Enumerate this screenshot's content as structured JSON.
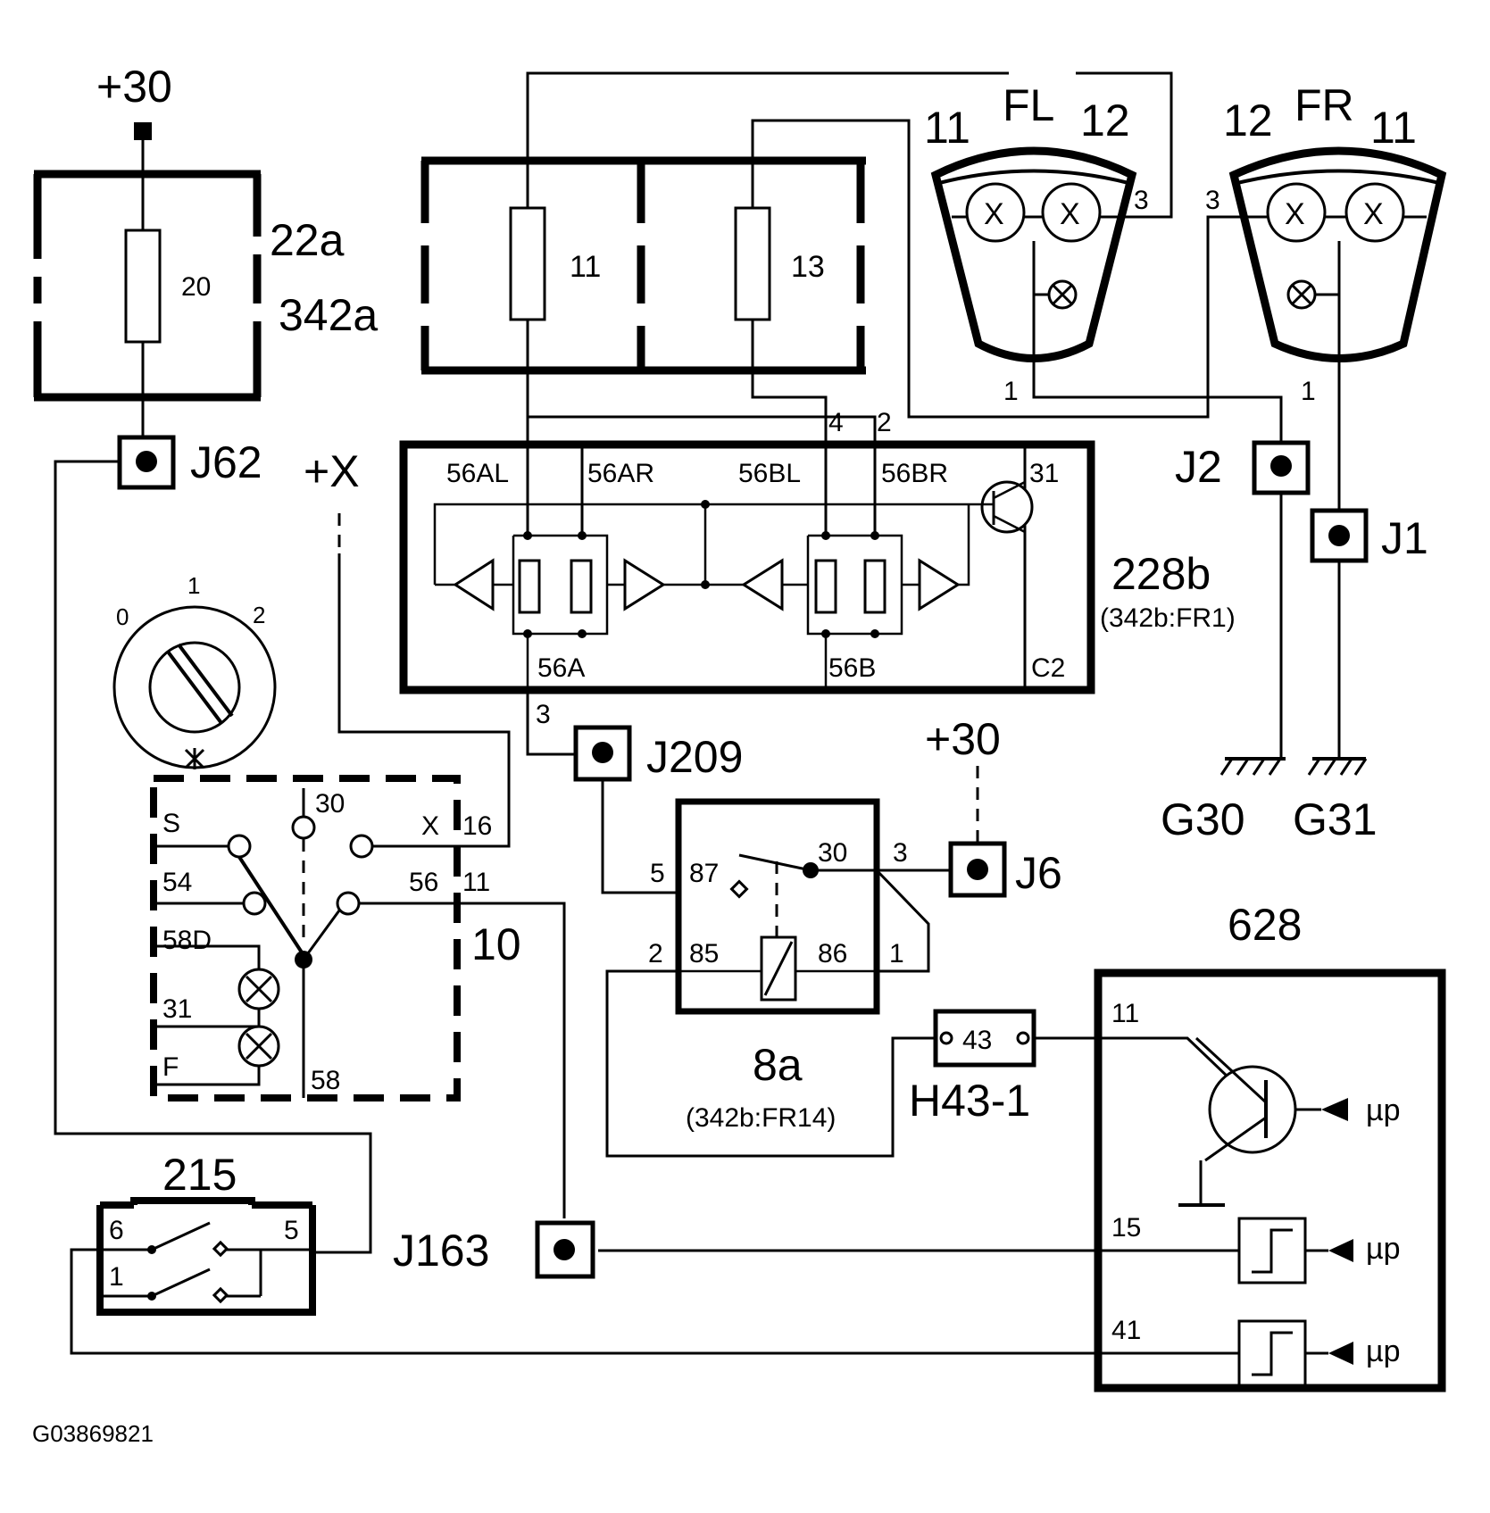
{
  "diagram_id": "G03869821",
  "supply": {
    "top_left": "+30",
    "switched": "+X",
    "relay": "+30"
  },
  "fuse_box": {
    "label_1": "22a",
    "label_2": "342a",
    "fuse": "20"
  },
  "fuse_box_2": {
    "fuse_a": "11",
    "fuse_b": "13"
  },
  "connectors": {
    "j62": "J62",
    "j2": "J2",
    "j1": "J1",
    "j209": "J209",
    "j6": "J6",
    "j163": "J163",
    "h43": "H43-1",
    "h43_pin": "43"
  },
  "grounds": {
    "g30": "G30",
    "g31": "G31"
  },
  "lamps": {
    "fl": {
      "label": "FL",
      "pin_a": "11",
      "pin_b": "12",
      "pin_3": "3",
      "pin_1": "1"
    },
    "fr": {
      "label": "FR",
      "pin_a": "12",
      "pin_b": "11",
      "pin_3": "3",
      "pin_1": "1"
    },
    "bulb_symbol": "X"
  },
  "module_228b": {
    "label": "228b",
    "sub": "(342b:FR1)",
    "pins": [
      "56AL",
      "56AR",
      "56BL",
      "56BR",
      "31",
      "56A",
      "56B",
      "C2"
    ],
    "pin_4": "4",
    "pin_2": "2",
    "pin_3": "3"
  },
  "light_switch": {
    "label": "10",
    "positions": [
      "0",
      "1",
      "2"
    ],
    "terminals": [
      "S",
      "54",
      "58D",
      "31",
      "F",
      "30",
      "X",
      "16",
      "56",
      "11",
      "58"
    ]
  },
  "relay_8a": {
    "label": "8a",
    "sub": "(342b:FR14)",
    "pins": [
      "5",
      "87",
      "30",
      "3",
      "2",
      "85",
      "86",
      "1"
    ]
  },
  "control_628": {
    "label": "628",
    "pins": [
      "11",
      "15",
      "41"
    ],
    "outputs": [
      "µp",
      "µp",
      "µp"
    ]
  },
  "switch_215": {
    "label": "215",
    "pins": [
      "6",
      "5",
      "1"
    ]
  }
}
